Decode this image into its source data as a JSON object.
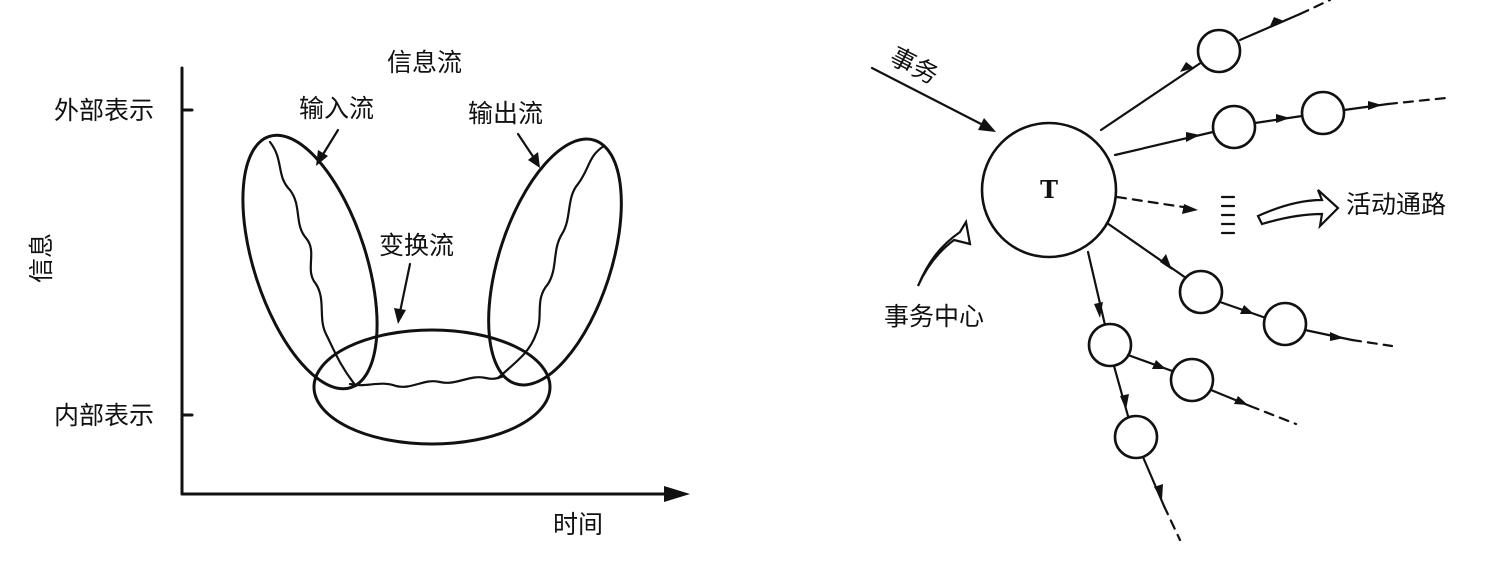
{
  "info_flow": {
    "title": "信息流",
    "y_axis_label": "信息",
    "x_axis_label": "时间",
    "external_label": "外部表示",
    "internal_label": "内部表示",
    "input_label": "输入流",
    "output_label": "输出流",
    "transform_label": "变换流"
  },
  "transaction": {
    "transaction_label": "事务",
    "center_node_label": "T",
    "center_label": "事务中心",
    "paths_label": "活动通路"
  }
}
